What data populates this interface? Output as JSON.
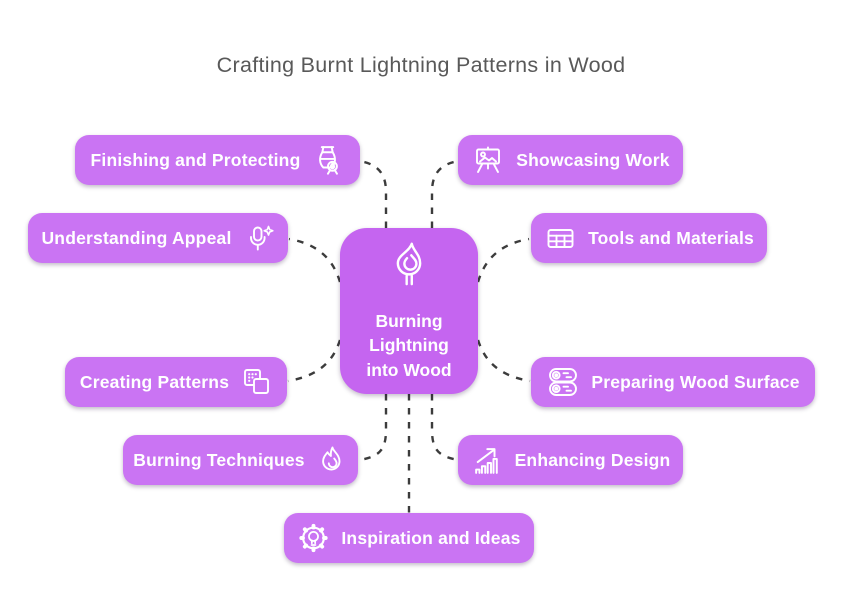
{
  "title": "Crafting Burnt Lightning Patterns in Wood",
  "colors": {
    "background": "#ffffff",
    "title_text": "#595959",
    "node_fill": "#ca74f3",
    "center_fill": "#c565f0",
    "node_text": "#ffffff",
    "connector": "#3c3c3c"
  },
  "center": {
    "label": "Burning Lightning into Wood",
    "lines": [
      "Burning",
      "Lightning",
      "into Wood"
    ],
    "icon": "burning-match-flame-icon"
  },
  "nodes": [
    {
      "label": "Finishing and Protecting",
      "icon": "varnish-vase-seal-icon",
      "icon_side": "right"
    },
    {
      "label": "Showcasing Work",
      "icon": "easel-picture-icon",
      "icon_side": "left"
    },
    {
      "label": "Understanding Appeal",
      "icon": "microphone-sparkle-icon",
      "icon_side": "right"
    },
    {
      "label": "Tools and Materials",
      "icon": "table-grid-icon",
      "icon_side": "left"
    },
    {
      "label": "Creating Patterns",
      "icon": "pattern-swatch-icon",
      "icon_side": "right"
    },
    {
      "label": "Preparing Wood Surface",
      "icon": "wood-logs-icon",
      "icon_side": "left"
    },
    {
      "label": "Burning Techniques",
      "icon": "flame-icon",
      "icon_side": "right"
    },
    {
      "label": "Enhancing Design",
      "icon": "growth-chart-icon",
      "icon_side": "left"
    },
    {
      "label": "Inspiration and Ideas",
      "icon": "gear-lightbulb-icon",
      "icon_side": "left"
    }
  ]
}
